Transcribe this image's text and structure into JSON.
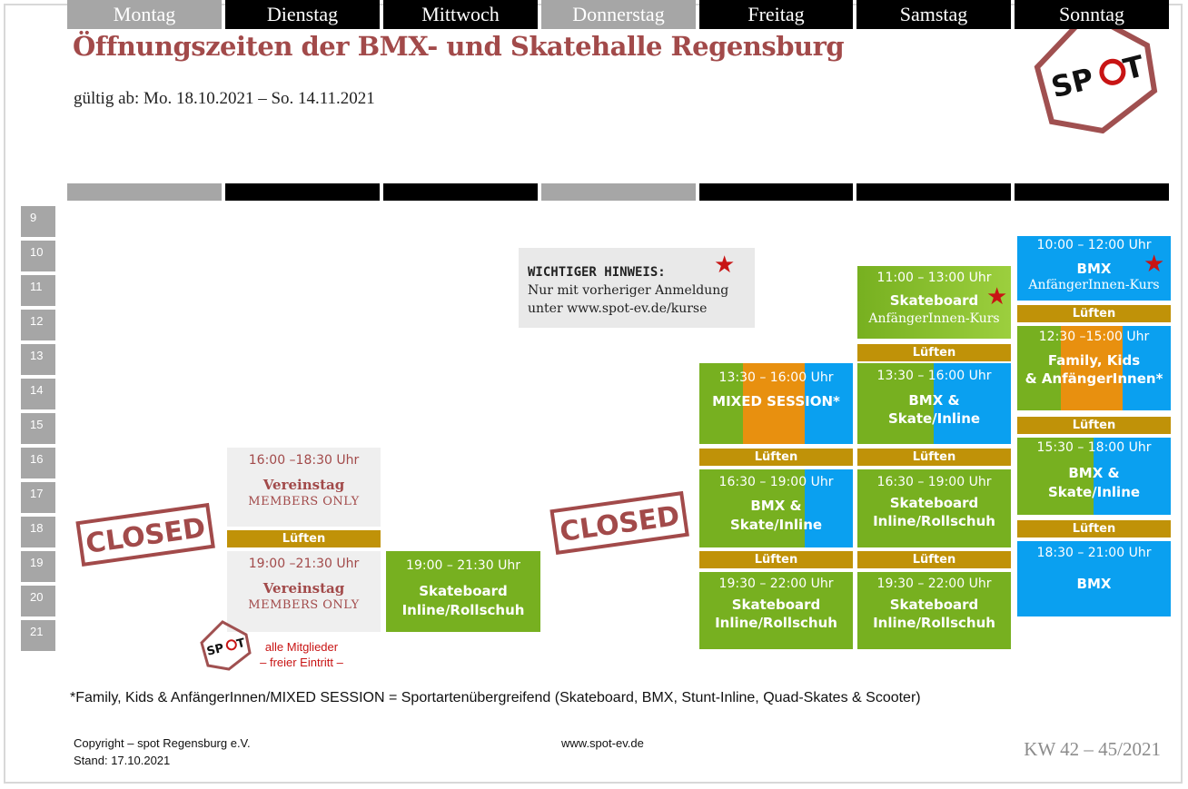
{
  "title": "Öffnungszeiten der BMX- und Skatehalle Regensburg",
  "valid": "gültig ab: Mo. 18.10.2021  – So. 14.11.2021",
  "logo_text": "SPOT",
  "days": [
    "Montag",
    "Dienstag",
    "Mittwoch",
    "Donnerstag",
    "Freitag",
    "Samstag",
    "Sonntag"
  ],
  "hours": [
    "9",
    "10",
    "11",
    "12",
    "13",
    "14",
    "15",
    "16",
    "17",
    "18",
    "19",
    "20",
    "21"
  ],
  "hint": {
    "title": "WICHTIGER HINWEIS:",
    "line1": "Nur mit vorheriger Anmeldung",
    "line2": "unter www.spot-ev.de/kurse"
  },
  "closed_text": "CLOSED",
  "luften": "Lüften",
  "blocks": {
    "tue_1": {
      "time": "16:00 –18:30 Uhr",
      "title": "Vereinstag",
      "sub": "MEMBERS ONLY"
    },
    "tue_2": {
      "time": "19:00 –21:30 Uhr",
      "title": "Vereinstag",
      "sub": "MEMBERS ONLY"
    },
    "wed_1": {
      "time": "19:00 – 21:30 Uhr",
      "title": "Skateboard",
      "sub": "Inline/Rollschuh"
    },
    "fri_1": {
      "time": "13:30 – 16:00 Uhr",
      "title": "MIXED SESSION*"
    },
    "fri_2": {
      "time": "16:30 – 19:00 Uhr",
      "title": "BMX &",
      "sub": "Skate/Inline"
    },
    "fri_3": {
      "time": "19:30 – 22:00 Uhr",
      "title": "Skateboard",
      "sub": "Inline/Rollschuh"
    },
    "sat_1": {
      "time": "11:00 – 13:00 Uhr",
      "title": "Skateboard",
      "sub": "AnfängerInnen-Kurs"
    },
    "sat_2": {
      "time": "13:30 – 16:00 Uhr",
      "title": "BMX &",
      "sub": "Skate/Inline"
    },
    "sat_3": {
      "time": "16:30 – 19:00 Uhr",
      "title": "Skateboard",
      "sub": "Inline/Rollschuh"
    },
    "sat_4": {
      "time": "19:30 – 22:00 Uhr",
      "title": "Skateboard",
      "sub": "Inline/Rollschuh"
    },
    "sun_1": {
      "time": "10:00 – 12:00 Uhr",
      "title": "BMX",
      "sub": "AnfängerInnen-Kurs"
    },
    "sun_2": {
      "time": "12:30 –15:00 Uhr",
      "title": "Family, Kids",
      "sub": "& AnfängerInnen*"
    },
    "sun_3": {
      "time": "15:30 – 18:00 Uhr",
      "title": "BMX &",
      "sub": "Skate/Inline"
    },
    "sun_4": {
      "time": "18:30 – 21:00 Uhr",
      "title": "BMX"
    }
  },
  "members_note": {
    "line1": "alle Mitglieder",
    "line2": "– freier Eintritt –"
  },
  "footnote": "*Family, Kids & AnfängerInnen/MIXED SESSION = Sportartenübergreifend (Skateboard, BMX, Stunt-Inline, Quad-Skates & Scooter)",
  "footer": {
    "copyright": "Copyright –  spot Regensburg e.V.",
    "stand": "Stand: 17.10.2021",
    "url": "www.spot-ev.de",
    "kw": "KW 42 – 45/2021"
  },
  "colors": {
    "title": "#a24a4a",
    "green": "#77b020",
    "blue": "#0aa0f0",
    "orange": "#e8900f",
    "luften": "#c09208",
    "star": "#c81414"
  }
}
